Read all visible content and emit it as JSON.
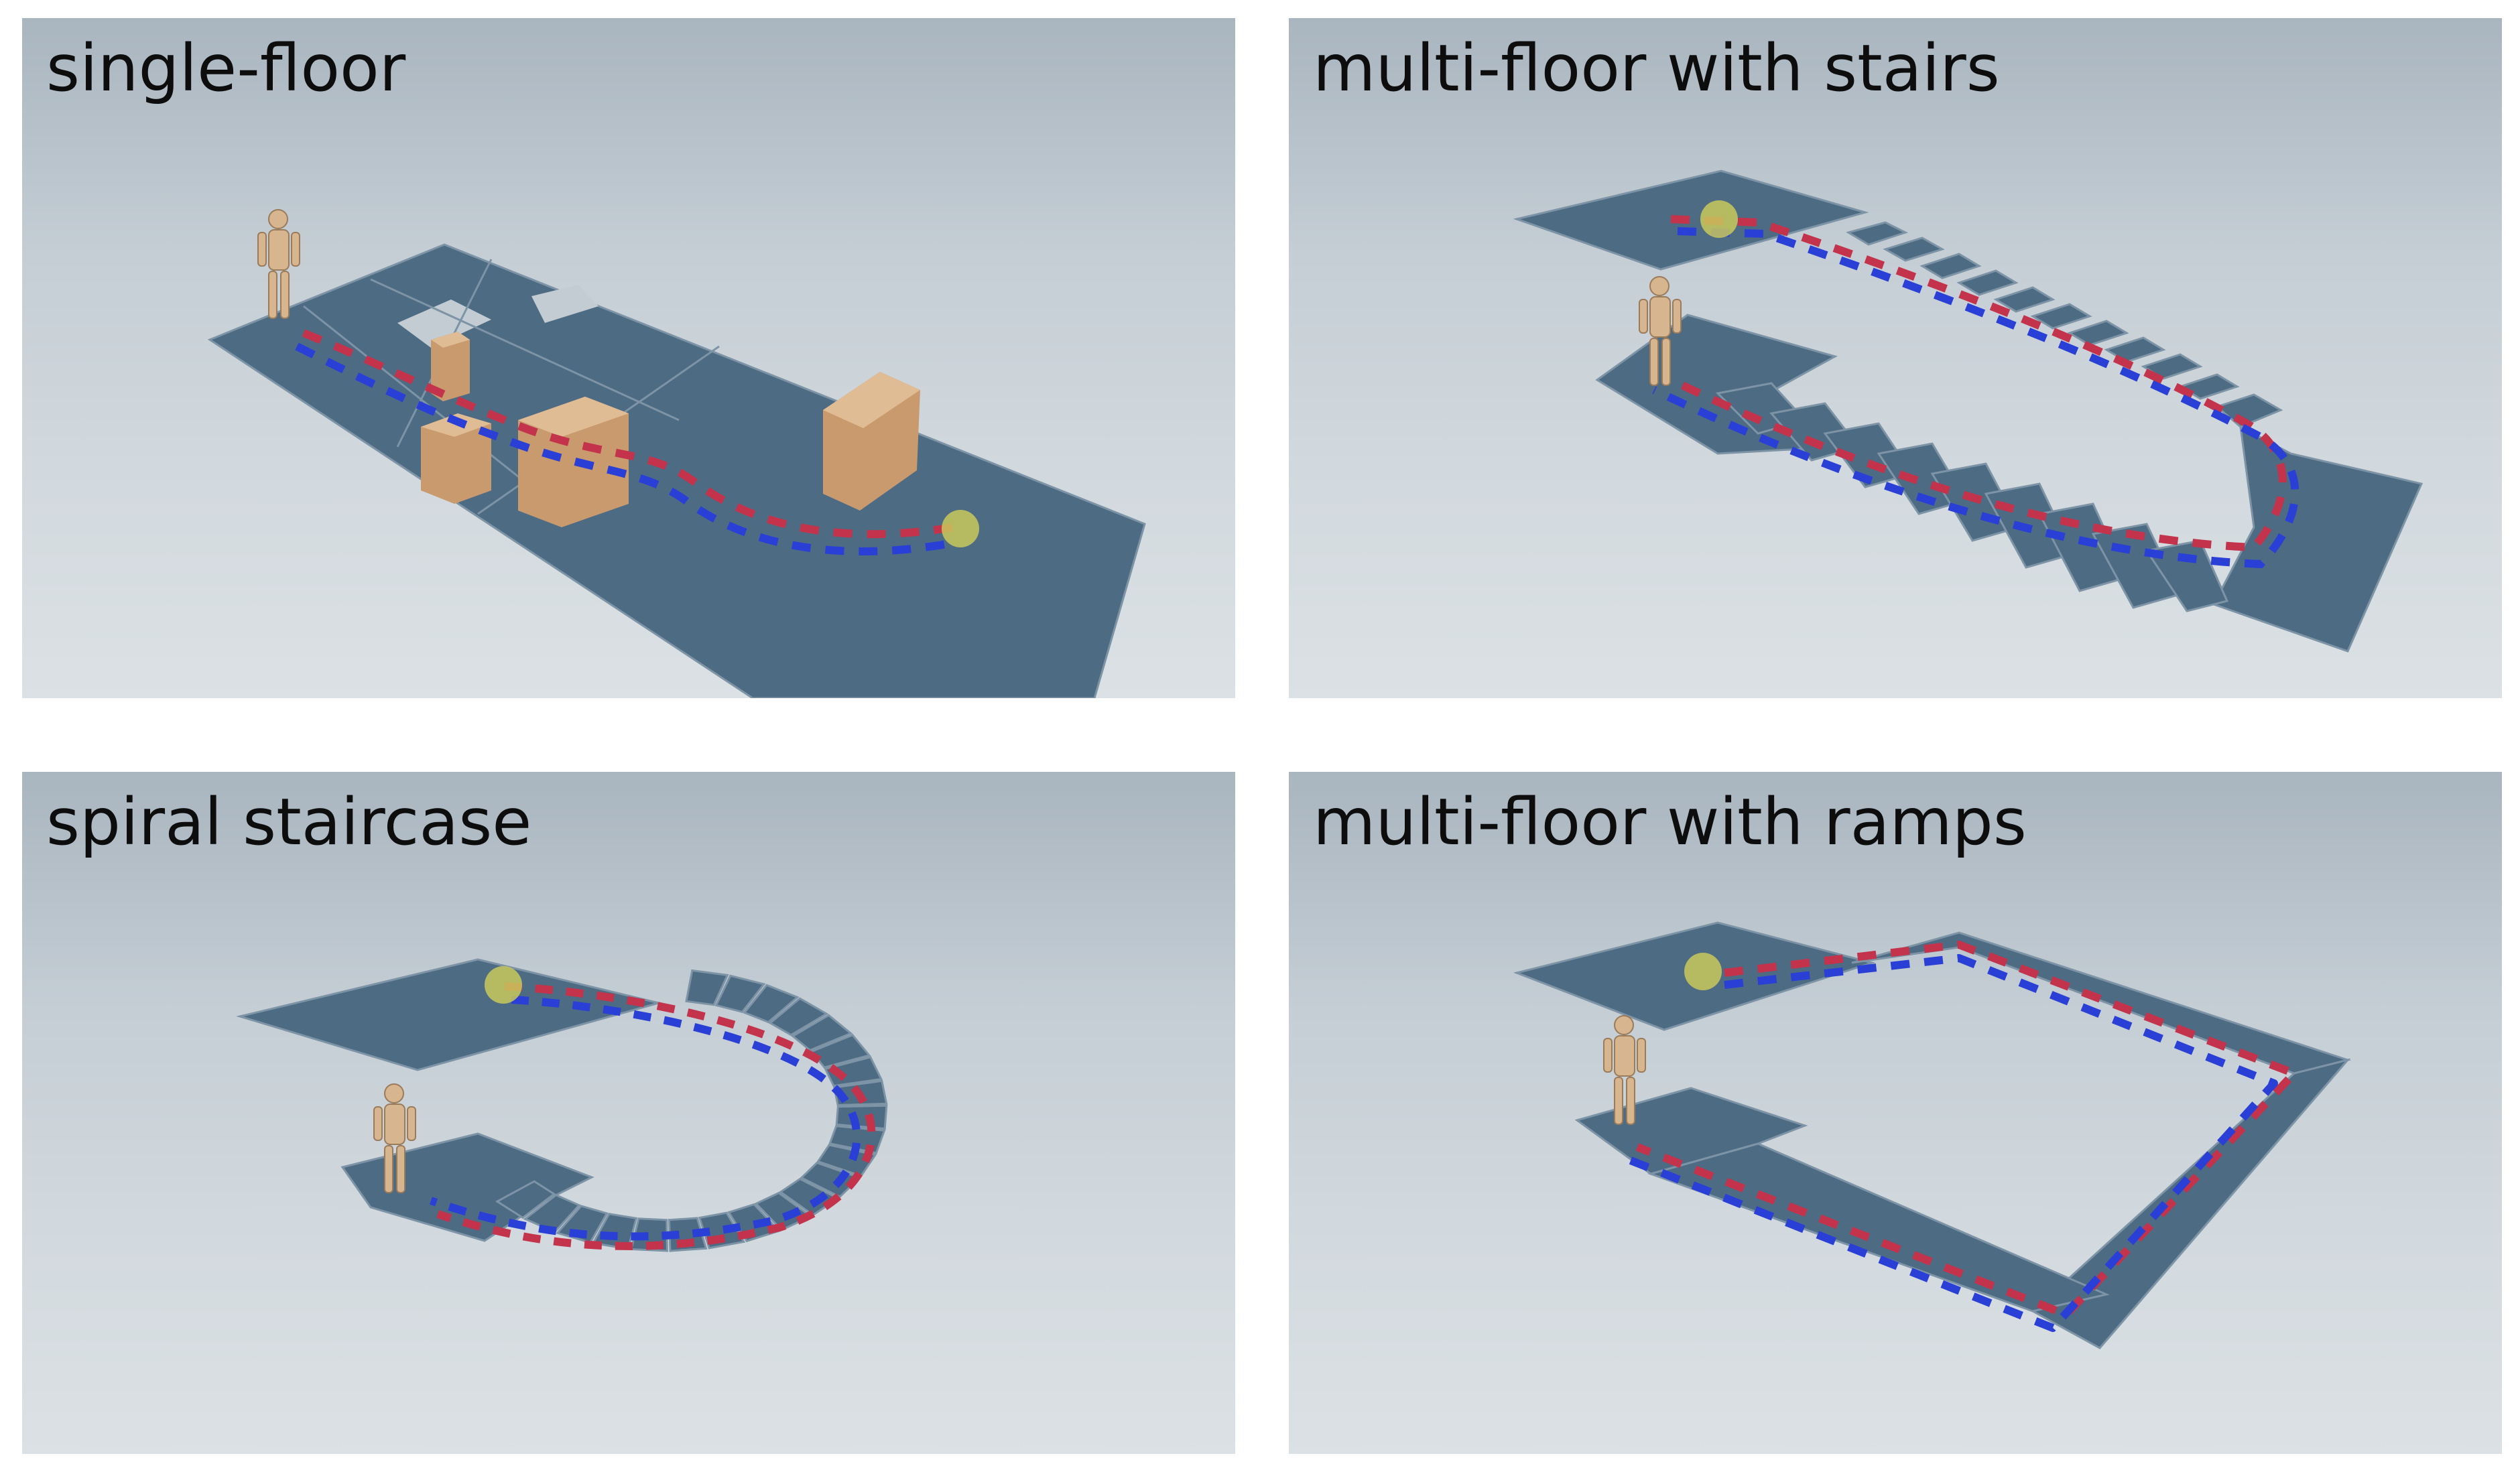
{
  "panels": [
    {
      "label": "single-floor"
    },
    {
      "label": "multi-floor with stairs"
    },
    {
      "label": "spiral staircase"
    },
    {
      "label": "multi-floor with ramps"
    }
  ],
  "colors": {
    "floor": "#4e6b84",
    "floor_edge": "#7d93a6",
    "footstep_red": "#c3334b",
    "footstep_blue": "#2a3fd6",
    "goal": "#c9c85a",
    "box": "#c99a6e",
    "robot": "#d7b58f"
  },
  "icons": [
    "humanoid-robot",
    "goal-marker",
    "wooden-box"
  ]
}
